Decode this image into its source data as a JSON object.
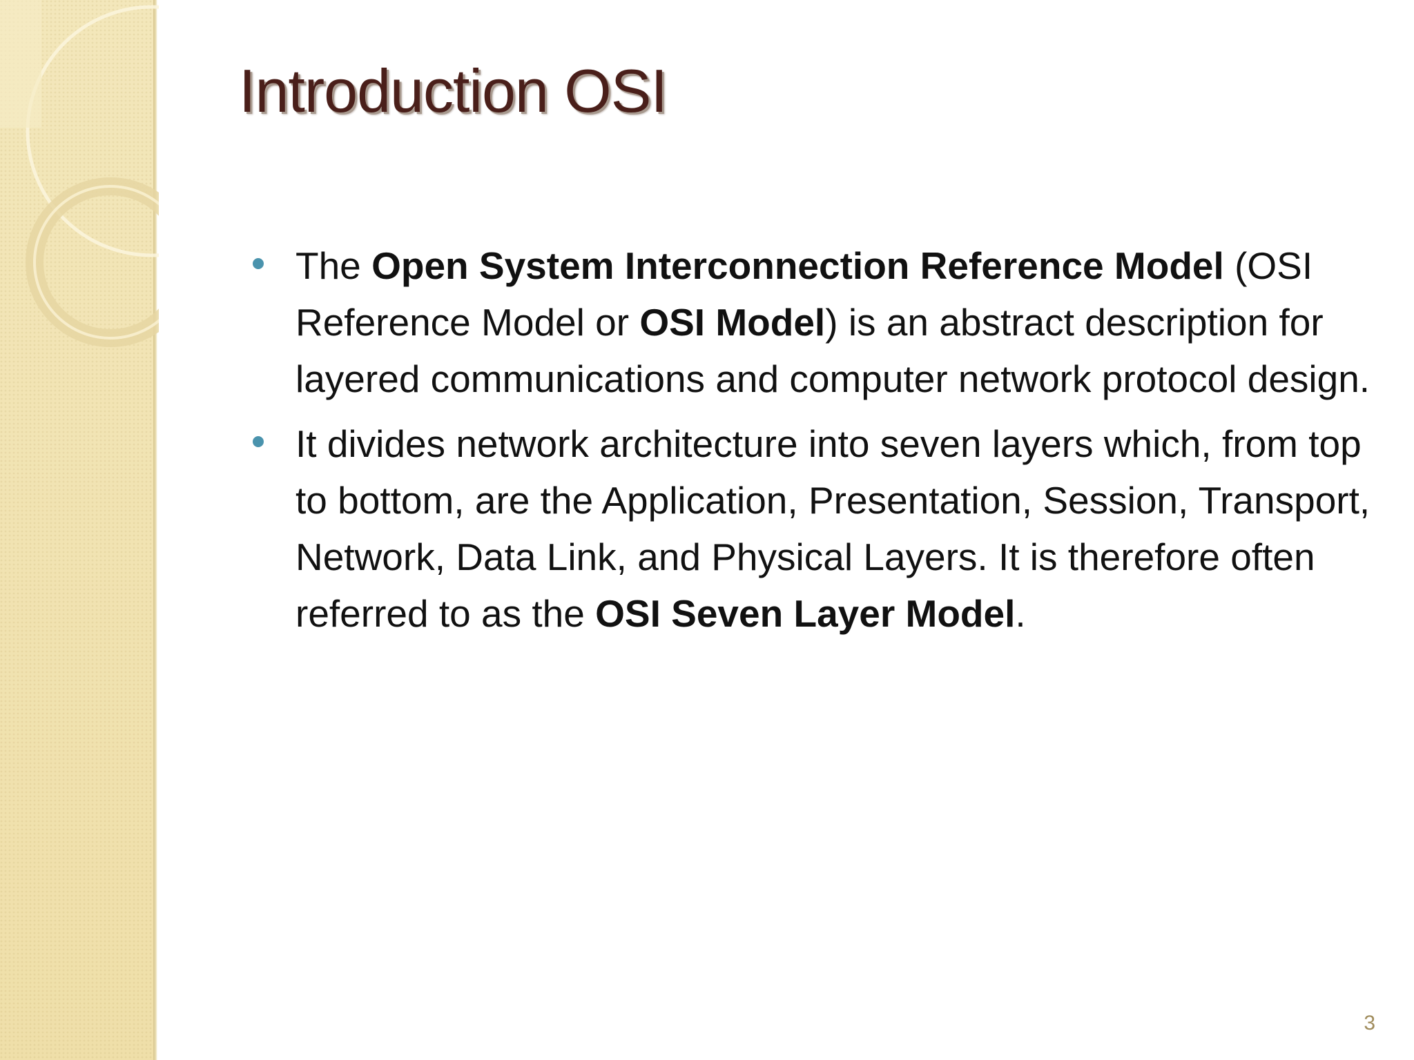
{
  "slide": {
    "title": "Introduction OSI",
    "page_number": "3",
    "bullets": [
      {
        "segments": [
          {
            "text": "The ",
            "bold": false
          },
          {
            "text": "Open System Interconnection Reference Model",
            "bold": true
          },
          {
            "text": " (OSI Reference Model or ",
            "bold": false
          },
          {
            "text": "OSI Model",
            "bold": true
          },
          {
            "text": ") is an abstract description for layered communications and computer network protocol design.",
            "bold": false
          }
        ]
      },
      {
        "segments": [
          {
            "text": "It divides network architecture into seven layers which, from top to bottom, are the Application, Presentation, Session, Transport, Network, Data Link, and Physical Layers. It is therefore often referred to as the ",
            "bold": false
          },
          {
            "text": "OSI Seven Layer Model",
            "bold": true
          },
          {
            "text": ".",
            "bold": false
          }
        ]
      }
    ]
  },
  "colors": {
    "title": "#4a1f1a",
    "bullet_marker": "#4a93ad",
    "side_panel": "#f1e3b1",
    "page_number": "#a08c5c"
  }
}
